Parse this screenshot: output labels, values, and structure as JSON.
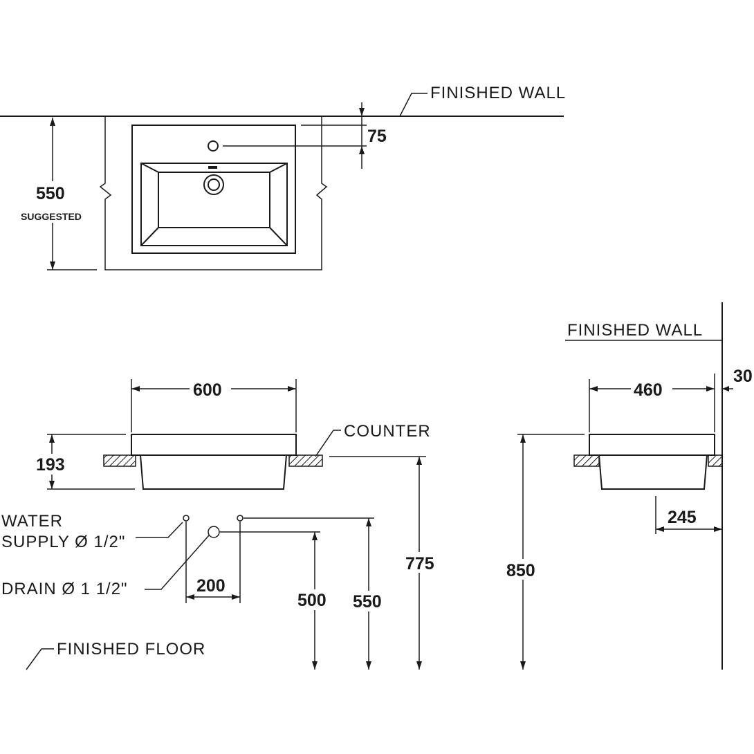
{
  "top_view": {
    "wall_label": "FINISHED WALL",
    "dim_tap_offset": "75",
    "dim_depth": "550",
    "dim_depth_note": "SUGGESTED"
  },
  "front_view": {
    "dim_width": "600",
    "dim_height": "193",
    "counter_label": "COUNTER",
    "water_label_1": "WATER",
    "water_label_2": "SUPPLY Ø 1/2\"",
    "drain_label": "DRAIN Ø 1 1/2\"",
    "dim_spacing": "200",
    "dim_drain_height": "500",
    "dim_supply_height": "550",
    "dim_counter_height": "775",
    "floor_label": "FINISHED FLOOR"
  },
  "side_view": {
    "wall_label": "FINISHED WALL",
    "dim_depth": "460",
    "dim_gap": "30",
    "dim_projection": "245",
    "dim_rim_height": "850"
  }
}
